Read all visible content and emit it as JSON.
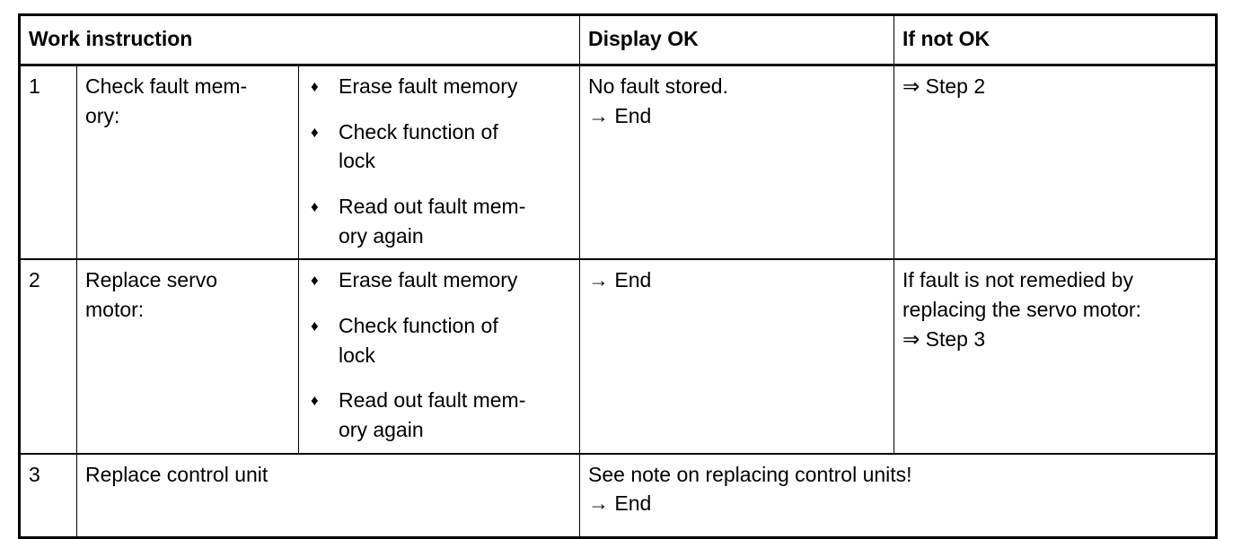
{
  "table": {
    "headers": {
      "work_instruction": "Work instruction",
      "display_ok": "Display OK",
      "if_not_ok": "If not OK"
    },
    "bullet_glyph": "♦",
    "arrow_single": "→",
    "arrow_double": "⇒",
    "rows": [
      {
        "number": "1",
        "task": "Check fault mem-\nory:",
        "task_line1": "Check fault mem-",
        "task_line2": "ory:",
        "actions": [
          "Erase fault memory",
          "Check function of lock",
          "Read out fault mem-ory again"
        ],
        "actions_display": [
          {
            "l1": "Erase fault memory",
            "l2": ""
          },
          {
            "l1": "Check function of",
            "l2": "lock"
          },
          {
            "l1": "Read out fault mem-",
            "l2": "ory again"
          }
        ],
        "display_ok": {
          "line1": "No fault stored.",
          "line2": "→ End"
        },
        "if_not_ok": {
          "line1": "⇒ Step 2",
          "line2": "",
          "line3": ""
        }
      },
      {
        "number": "2",
        "task": "Replace servo\nmotor:",
        "task_line1": "Replace servo",
        "task_line2": "motor:",
        "actions": [
          "Erase fault memory",
          "Check function of lock",
          "Read out fault mem-ory again"
        ],
        "actions_display": [
          {
            "l1": "Erase fault memory",
            "l2": ""
          },
          {
            "l1": "Check function of",
            "l2": "lock"
          },
          {
            "l1": "Read out fault mem-",
            "l2": "ory again"
          }
        ],
        "display_ok": {
          "line1": "→ End",
          "line2": ""
        },
        "if_not_ok": {
          "line1": "If fault is not remedied by",
          "line2": "replacing the servo motor:",
          "line3": "⇒ Step 3"
        }
      },
      {
        "number": "3",
        "task": "Replace control unit",
        "task_line1": "Replace control unit",
        "task_line2": "",
        "actions": [],
        "actions_display": [],
        "display_ok": {
          "line1": "See note on replacing control units!",
          "line2": "→ End"
        },
        "if_not_ok": {
          "line1": "",
          "line2": "",
          "line3": ""
        }
      }
    ]
  },
  "colors": {
    "border": "#000000",
    "text": "#000000",
    "background": "#ffffff"
  }
}
